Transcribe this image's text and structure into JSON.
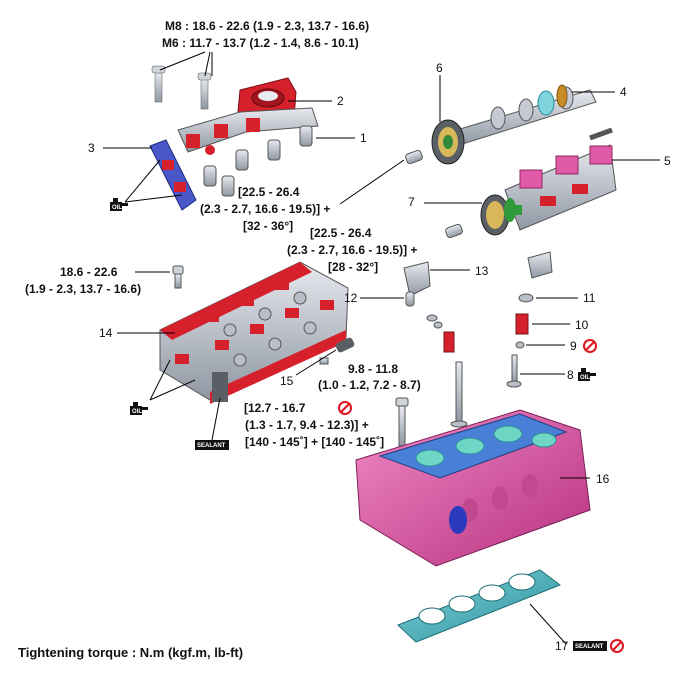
{
  "torque_notes": {
    "m8": "M8 : 18.6 - 22.6 (1.9 - 2.3, 13.7 - 16.6)",
    "m6": "M6 : 11.7 - 13.7 (1.2 - 1.4, 8.6 - 10.1)",
    "sprocket_bolt_1": [
      "[22.5 - 26.4",
      "(2.3 - 2.7, 16.6 - 19.5)] +",
      "[32 - 36°]"
    ],
    "sprocket_bolt_2": [
      "[22.5 - 26.4",
      "(2.3 - 2.7, 16.6 - 19.5)] +",
      "[28 - 32°]"
    ],
    "cam_carrier_bolt": [
      "18.6 - 22.6",
      "(1.9 - 2.3, 13.7 - 16.6)"
    ],
    "sensor_bolt": [
      "9.8 - 11.8",
      "(1.0 - 1.2, 7.2 - 8.7)"
    ],
    "head_bolt": [
      "[12.7 - 16.7",
      "(1.3 - 1.7, 9.4 - 12.3)] +",
      "[140 - 145˚] + [140 - 145˚]"
    ]
  },
  "callouts": [
    "1",
    "2",
    "3",
    "4",
    "5",
    "6",
    "7",
    "8",
    "9",
    "10",
    "11",
    "12",
    "13",
    "14",
    "15",
    "16",
    "17"
  ],
  "badges": {
    "sealant": "SEALANT",
    "oil": "OIL"
  },
  "footer": "Tightening torque : N.m (kgf.m, lb-ft)",
  "icons": [
    "no-reuse-icon",
    "oil-can-icon",
    "sealant-tube-icon"
  ],
  "colors": {
    "bearing_cap_red": "#d6202c",
    "cam_carrier_pink": "#e15aa8",
    "head_blue": "#4a7fd8",
    "gasket_teal": "#3aa6b0",
    "metal_grey": "#b9bfc8"
  }
}
